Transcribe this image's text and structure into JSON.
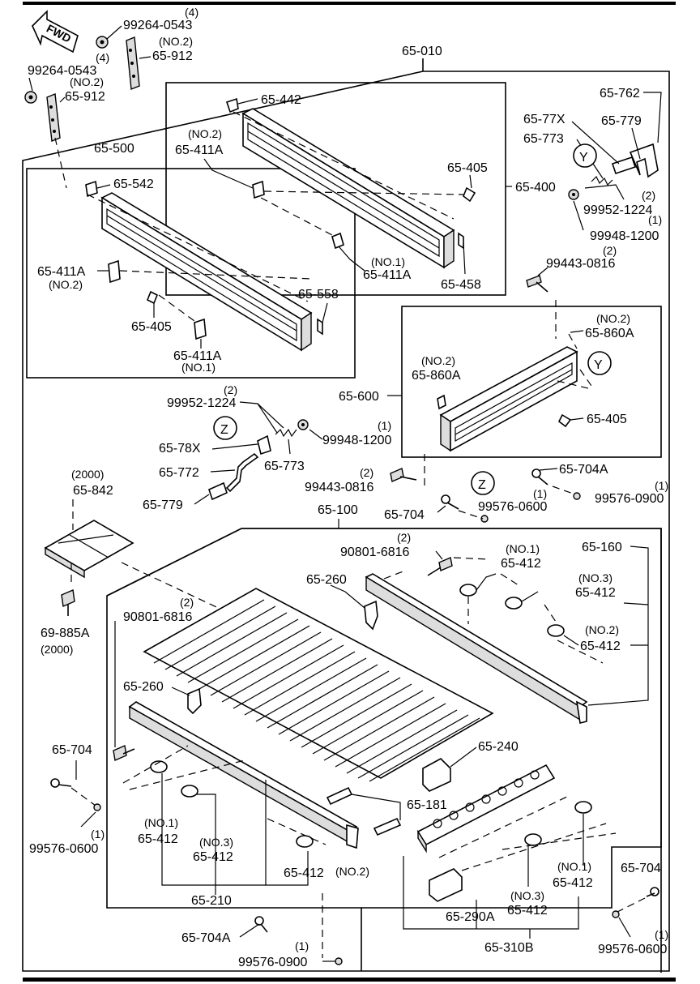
{
  "fwd_label": "FWD",
  "labels": {
    "qty4a": "(4)",
    "p99264a": "99264-0543",
    "no2a": "(NO.2)",
    "qty4b": "(4)",
    "p912a": "65-912",
    "p99264b": "99264-0543",
    "no2b": "(NO.2)",
    "p912b": "65-912",
    "p010": "65-010",
    "p442": "65-442",
    "no2c": "(NO.2)",
    "p411a_top": "65-411A",
    "p762": "65-762",
    "p77x": "65-77X",
    "p779a": "65-779",
    "p773a": "65-773",
    "p500": "65-500",
    "p542": "65-542",
    "p405a": "65-405",
    "p400": "65-400",
    "qty2a": "(2)",
    "p99952a": "99952-1224",
    "qty1a": "(1)",
    "p99948a": "99948-1200",
    "no1a": "(NO.1)",
    "p411a_mid": "65-411A",
    "p458": "65-458",
    "qty2b": "(2)",
    "p99443a": "99443-0816",
    "p411a_left": "65-411A",
    "no2d": "(NO.2)",
    "p558": "65-558",
    "no2e": "(NO.2)",
    "p860a_right": "65-860A",
    "p405b": "65-405",
    "p411a_low": "65-411A",
    "no1b": "(NO.1)",
    "no2f": "(NO.2)",
    "p860a_left": "65-860A",
    "qty2c": "(2)",
    "p99952b": "99952-1224",
    "p600": "65-600",
    "p405c": "65-405",
    "qty1b": "(1)",
    "p99948b": "99948-1200",
    "p78x": "65-78X",
    "p773b": "65-773",
    "p772": "65-772",
    "p704a_top": "65-704A",
    "qty2d": "(2)",
    "qty1c": "(1)",
    "p99443b": "99443-0816",
    "p99576a": "99576-0900",
    "p779b": "65-779",
    "qty1d": "(1)",
    "p704_mid": "65-704",
    "p99576b": "99576-0600",
    "yr2000a": "(2000)",
    "p842": "65-842",
    "p100": "65-100",
    "p160": "65-160",
    "qty2e": "(2)",
    "p90801a": "90801-6816",
    "no1c": "(NO.1)",
    "p412a": "65-412",
    "p260a": "65-260",
    "no3a": "(NO.3)",
    "p412b": "65-412",
    "p885a": "69-885A",
    "yr2000b": "(2000)",
    "qty2f": "(2)",
    "p90801b": "90801-6816",
    "no2g": "(NO.2)",
    "p412c": "65-412",
    "p260b": "65-260",
    "p240": "65-240",
    "p704_left": "65-704",
    "p181": "65-181",
    "no1d": "(NO.1)",
    "p412d": "65-412",
    "no3b": "(NO.3)",
    "p412e": "65-412",
    "qty1e": "(1)",
    "p99576c": "99576-0600",
    "p412f": "65-412",
    "no2h": "(NO.2)",
    "p704_right": "65-704",
    "no1e": "(NO.1)",
    "p412g": "65-412",
    "p210": "65-210",
    "p290a": "65-290A",
    "no3c": "(NO.3)",
    "p412h": "65-412",
    "p704a_bot": "65-704A",
    "qty1f": "(1)",
    "p99576d": "99576-0900",
    "p310b": "65-310B",
    "qty1g": "(1)",
    "p99576e": "99576-0600"
  },
  "circle_markers": {
    "y1": "Y",
    "y2": "Y",
    "z1": "Z",
    "z2": "Z"
  }
}
